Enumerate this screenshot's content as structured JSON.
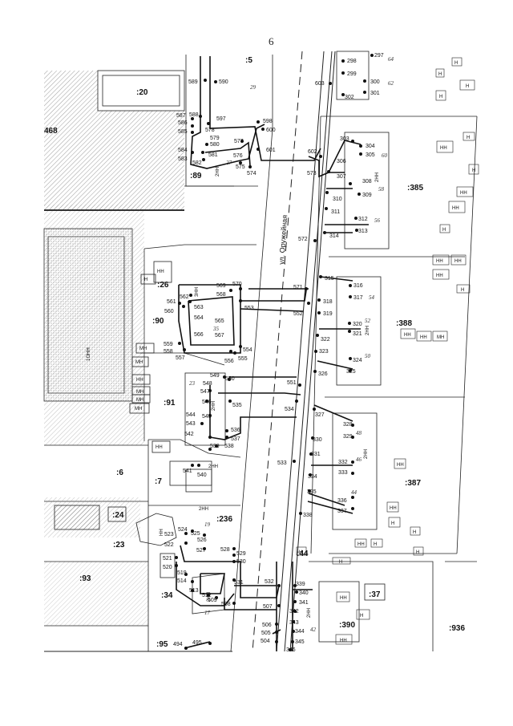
{
  "page_number": "6",
  "street_name": "ул. Оружейная",
  "plot_labels": [
    ":20",
    ":5",
    "468",
    ":89",
    ":385",
    ":26",
    ":90",
    ":388",
    ":91",
    ":6",
    ":7",
    ":387",
    ":24",
    ":236",
    ":23",
    ":44",
    ":93",
    ":34",
    ":37",
    ":390",
    ":936",
    ":95"
  ],
  "point_labels": [
    "297",
    "298",
    "299",
    "300",
    "301",
    "302",
    "303",
    "304",
    "305",
    "306",
    "307",
    "308",
    "309",
    "310",
    "311",
    "312",
    "313",
    "314",
    "315",
    "316",
    "317",
    "318",
    "319",
    "320",
    "321",
    "322",
    "323",
    "324",
    "325",
    "326",
    "327",
    "328",
    "329",
    "330",
    "331",
    "332",
    "333",
    "334",
    "335",
    "336",
    "337",
    "338",
    "339",
    "340",
    "341",
    "342",
    "343",
    "344",
    "345",
    "346",
    "494",
    "495",
    "504",
    "505",
    "506",
    "507",
    "508",
    "509",
    "512",
    "513",
    "514",
    "519",
    "520",
    "521",
    "522",
    "523",
    "524",
    "525",
    "526",
    "527",
    "528",
    "529",
    "530",
    "531",
    "532",
    "533",
    "534",
    "535",
    "536",
    "537",
    "538",
    "539",
    "540",
    "541",
    "542",
    "543",
    "544",
    "545",
    "546",
    "547",
    "548",
    "549",
    "550",
    "551",
    "552",
    "553",
    "554",
    "555",
    "556",
    "557",
    "558",
    "559",
    "560",
    "561",
    "562",
    "563",
    "564",
    "565",
    "566",
    "567",
    "568",
    "569",
    "570",
    "571",
    "572",
    "573",
    "574",
    "575",
    "576",
    "577",
    "578",
    "579",
    "580",
    "581",
    "582",
    "583",
    "584",
    "585",
    "586",
    "587",
    "588",
    "589",
    "590",
    "597",
    "598",
    "600",
    "601",
    "602",
    "603",
    "604"
  ],
  "house_numbers": [
    "64",
    "62",
    "60",
    "58",
    "56",
    "54",
    "52",
    "50",
    "48",
    "46",
    "44",
    "42",
    "29",
    "27",
    "35",
    "23",
    "19",
    "17"
  ],
  "building_marks": [
    "Н",
    "НН",
    "МН",
    "2НН",
    "3НН",
    "1ОНН"
  ],
  "colors": {
    "ink": "#111111",
    "hatch": "#9a9a9a",
    "background": "#ffffff"
  }
}
